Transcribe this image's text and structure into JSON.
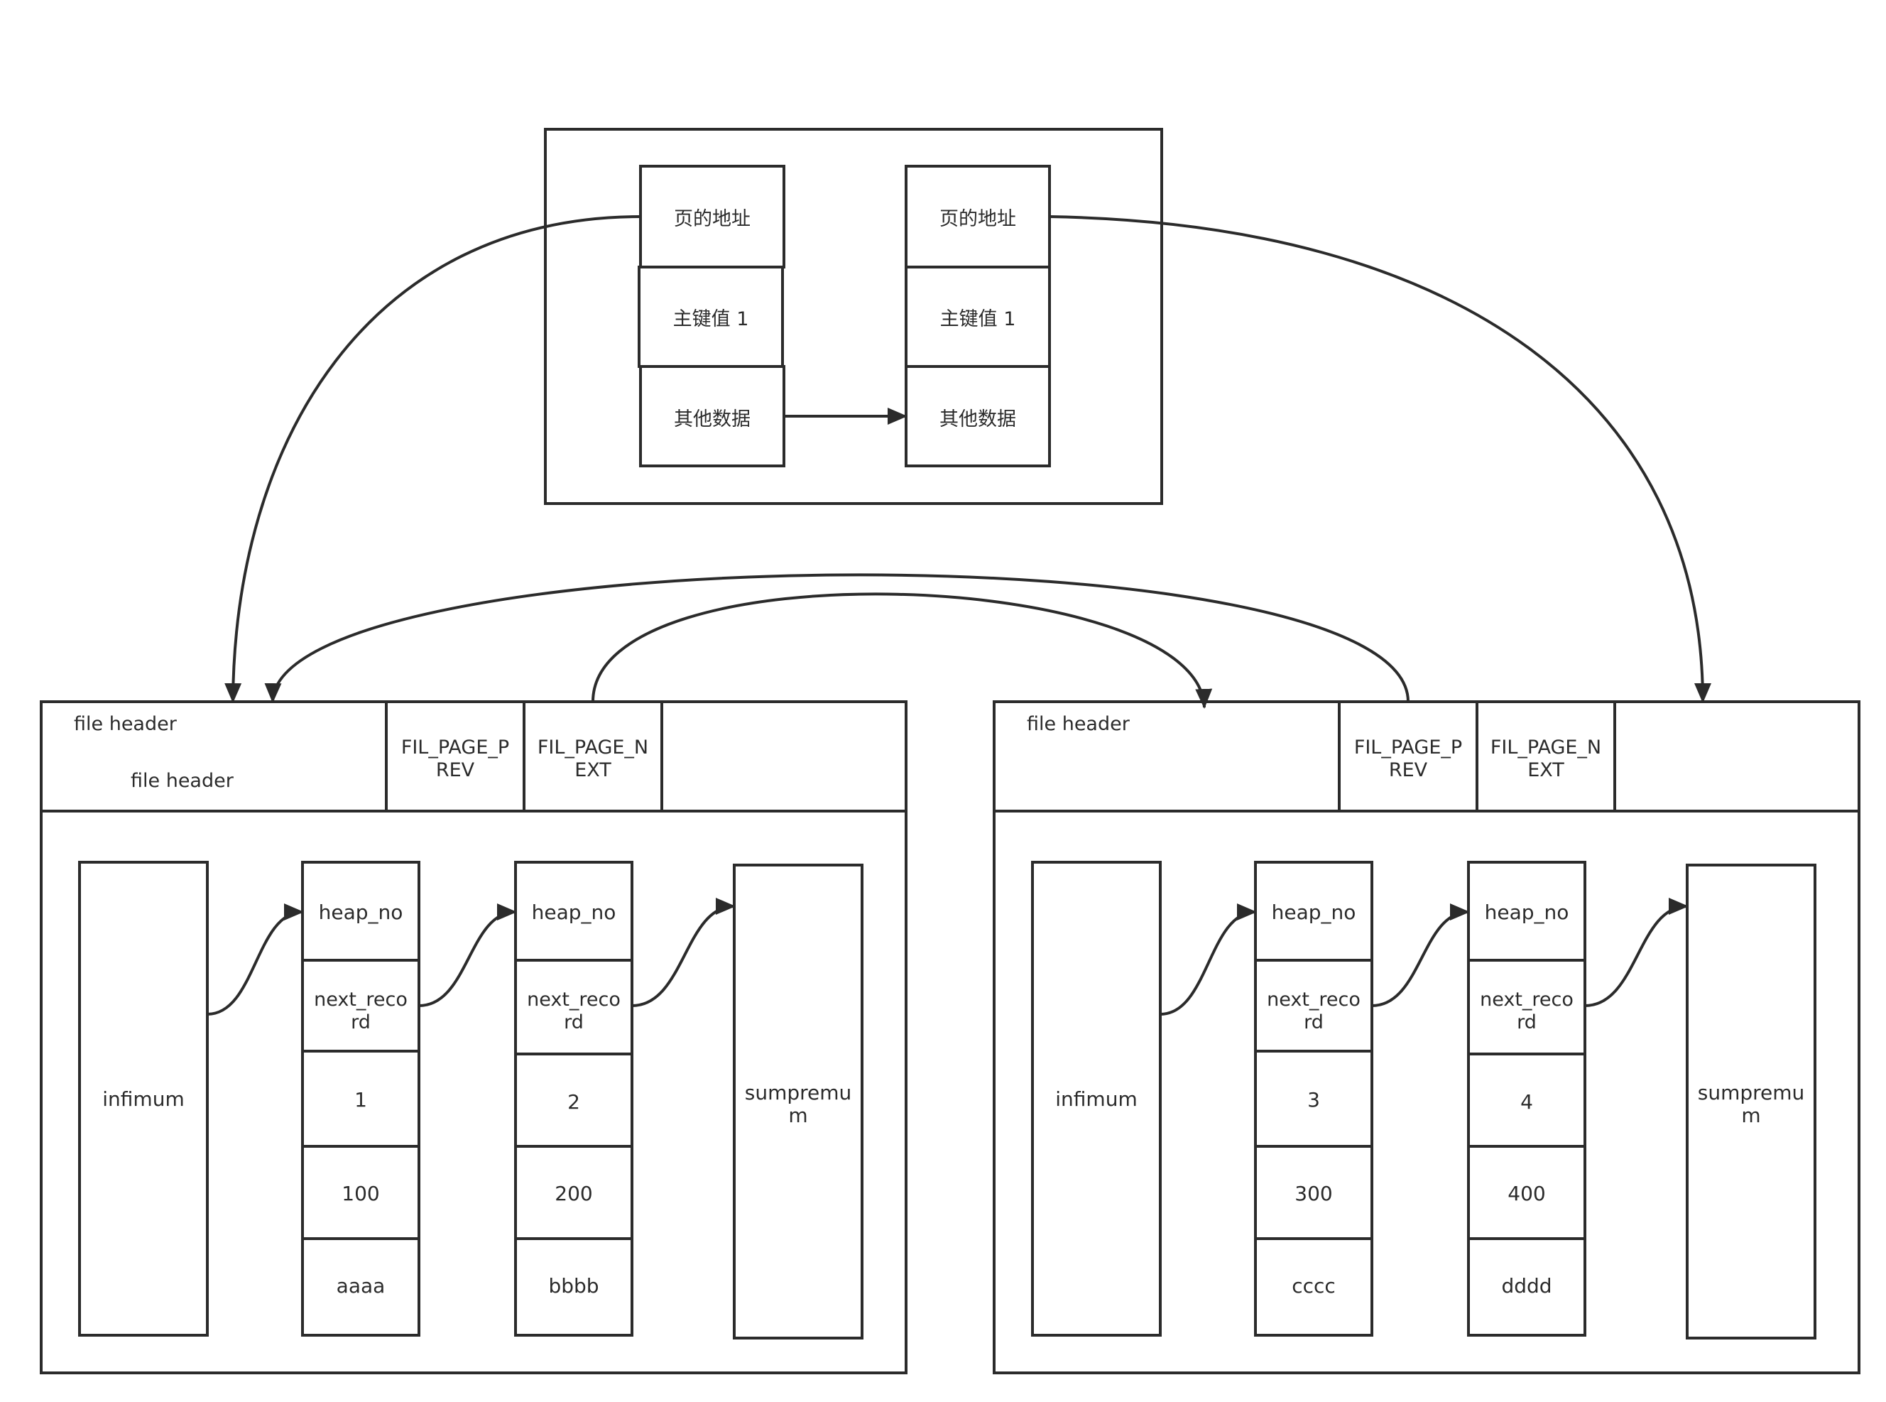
{
  "colors": {
    "stroke": "#2b2b2b",
    "background": "#ffffff"
  },
  "index_node": {
    "left_entry": {
      "addr": "页的地址",
      "key": "主键值 1",
      "other": "其他数据"
    },
    "right_entry": {
      "addr": "页的地址",
      "key": "主键值 1",
      "other": "其他数据"
    }
  },
  "pages": [
    {
      "header_label_top": "file header",
      "header_label_mid": "file header",
      "prev_label": [
        "FIL_PAGE_P",
        "REV"
      ],
      "next_label": [
        "FIL_PAGE_N",
        "EXT"
      ],
      "infimum": "infimum",
      "supremum": [
        "sumpremu",
        "m"
      ],
      "records": [
        {
          "heap_no": "heap_no",
          "next_record": [
            "next_reco",
            "rd"
          ],
          "id": "1",
          "value": "100",
          "data": "aaaa"
        },
        {
          "heap_no": "heap_no",
          "next_record": [
            "next_reco",
            "rd"
          ],
          "id": "2",
          "value": "200",
          "data": "bbbb"
        }
      ]
    },
    {
      "header_label_top": "file header",
      "header_label_mid": "",
      "prev_label": [
        "FIL_PAGE_P",
        "REV"
      ],
      "next_label": [
        "FIL_PAGE_N",
        "EXT"
      ],
      "infimum": "infimum",
      "supremum": [
        "sumpremu",
        "m"
      ],
      "records": [
        {
          "heap_no": "heap_no",
          "next_record": [
            "next_reco",
            "rd"
          ],
          "id": "3",
          "value": "300",
          "data": "cccc"
        },
        {
          "heap_no": "heap_no",
          "next_record": [
            "next_reco",
            "rd"
          ],
          "id": "4",
          "value": "400",
          "data": "dddd"
        }
      ]
    }
  ]
}
